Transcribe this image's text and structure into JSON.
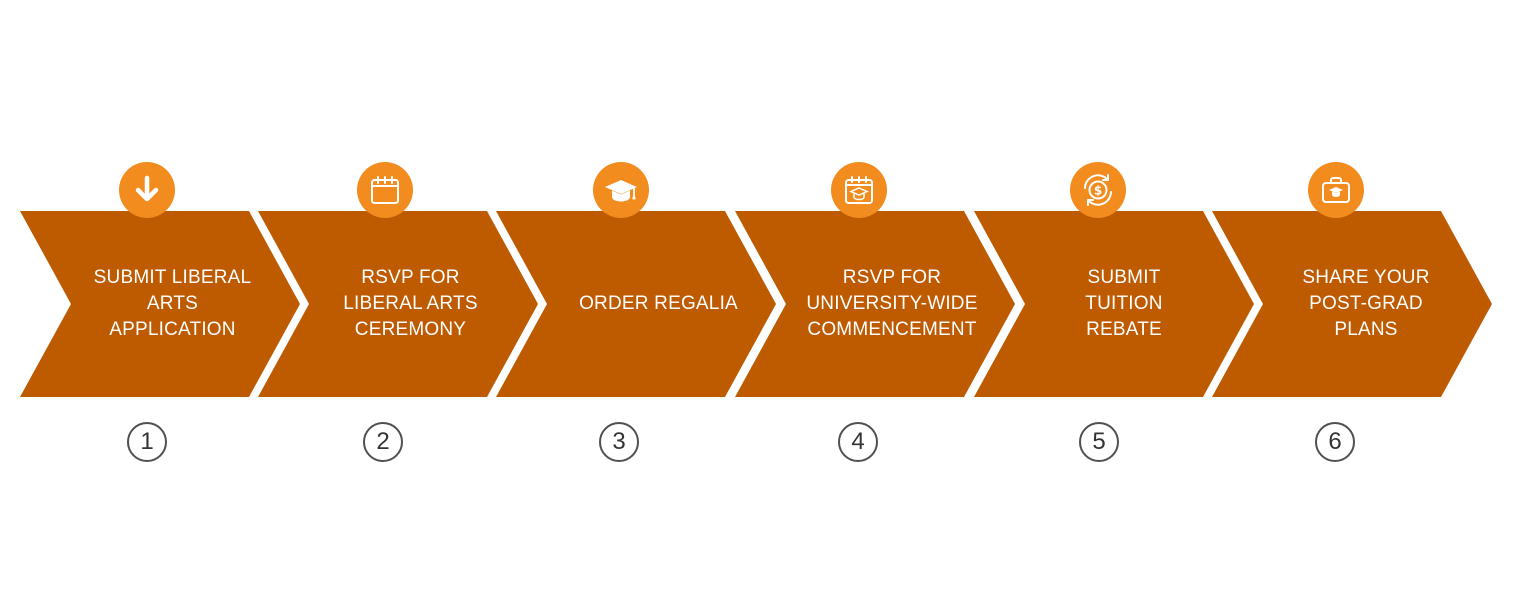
{
  "colors": {
    "chevron": "#BE5A00",
    "icon_circle": "#F28C1E",
    "label_text": "#FFFFFF",
    "number_text": "#333333",
    "background": "#FFFFFF"
  },
  "steps": [
    {
      "number": "1",
      "label": "SUBMIT LIBERAL\nARTS\nAPPLICATION",
      "icon": "download-arrow-icon"
    },
    {
      "number": "2",
      "label": "RSVP FOR\nLIBERAL ARTS\nCEREMONY",
      "icon": "calendar-icon"
    },
    {
      "number": "3",
      "label": "ORDER REGALIA",
      "icon": "graduation-cap-icon"
    },
    {
      "number": "4",
      "label": "RSVP FOR\nUNIVERSITY-WIDE\nCOMMENCEMENT",
      "icon": "calendar-graduation-icon"
    },
    {
      "number": "5",
      "label": "SUBMIT\nTUITION\nREBATE",
      "icon": "dollar-refund-icon"
    },
    {
      "number": "6",
      "label": "SHARE YOUR\nPOST-GRAD\nPLANS",
      "icon": "briefcase-graduation-icon"
    }
  ]
}
